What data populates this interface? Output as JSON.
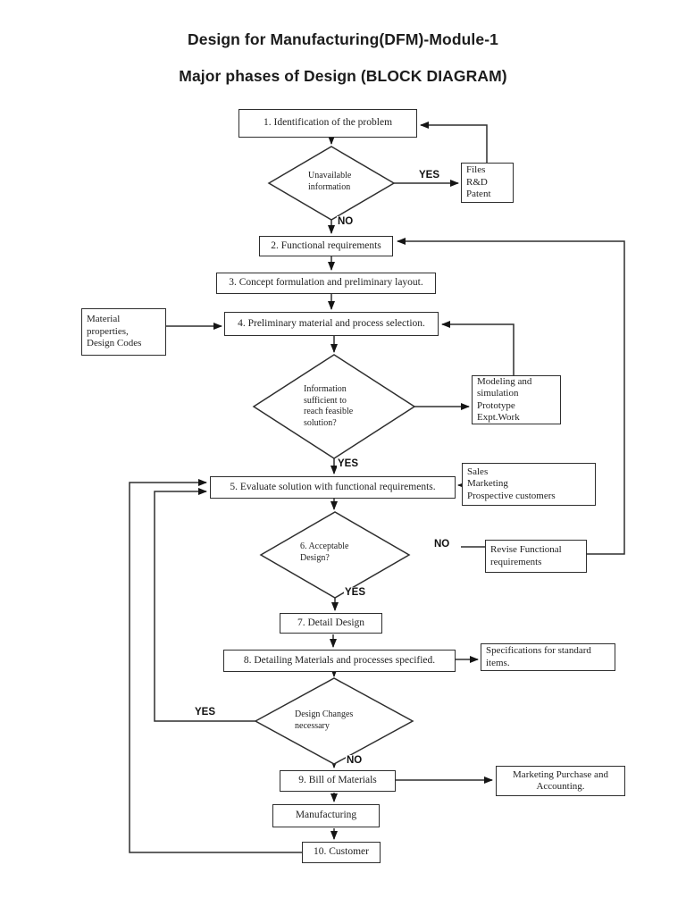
{
  "page": {
    "title_line1": "Design for Manufacturing(DFM)-Module-1",
    "title_line2": "Major phases of Design (BLOCK DIAGRAM)"
  },
  "nodes": {
    "identification": "1. Identification of the problem",
    "unavailable_info": "Unavailable\ninformation",
    "files_rd_patent": "Files\nR&D\nPatent",
    "functional_requirements": "2. Functional requirements",
    "concept_formulation": "3. Concept formulation and preliminary layout.",
    "material_properties": "Material\nproperties,\nDesign Codes",
    "preliminary_selection": "4. Preliminary material and process selection.",
    "info_sufficient": "Information\nsufficient to\nreach feasible\nsolution?",
    "modeling_simulation": "Modeling and\nsimulation\nPrototype\nExpt.Work",
    "evaluate_solution": "5. Evaluate solution with functional requirements.",
    "sales_marketing": "Sales\nMarketing\nProspective customers",
    "acceptable_design": "6. Acceptable\nDesign?",
    "revise_requirements": "Revise Functional\nrequirements",
    "detail_design": "7. Detail Design",
    "detailing_materials": "8. Detailing Materials and processes specified.",
    "specifications": "Specifications for standard\nitems.",
    "design_changes": "Design Changes\nnecessary",
    "bill_of_materials": "9. Bill of Materials",
    "marketing_purchase": "Marketing Purchase and\nAccounting.",
    "manufacturing": "Manufacturing",
    "customer": "10. Customer"
  },
  "edge_labels": {
    "unavailable_yes": "YES",
    "unavailable_no": "NO",
    "sufficient_yes": "YES",
    "acceptable_no": "NO",
    "acceptable_yes": "YES",
    "changes_yes": "YES",
    "changes_no": "NO"
  }
}
